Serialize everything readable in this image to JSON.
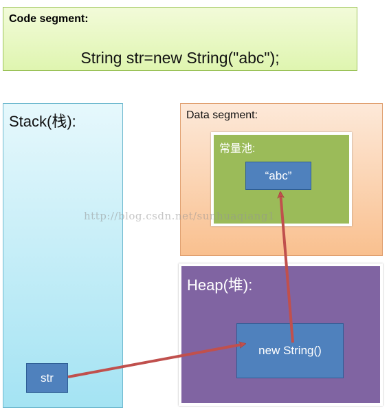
{
  "code_segment": {
    "title": "Code segment:",
    "code": "String str=new String(\"abc\");"
  },
  "stack": {
    "title": "Stack(栈):",
    "variable": "str"
  },
  "data_segment": {
    "title": "Data segment:",
    "constant_pool": {
      "title": "常量池:",
      "value": "“abc”"
    }
  },
  "heap": {
    "title": "Heap(堆):",
    "object": "new String()"
  },
  "watermark": "http://blog.csdn.net/sunhuaqiang1",
  "colors": {
    "code_box": "#dff5b0",
    "stack_box": "#a4e3f3",
    "data_box": "#f9c08f",
    "pool_box": "#9bbb59",
    "heap_box": "#8064a2",
    "node_box": "#4f81bd",
    "arrow": "#c0504d"
  }
}
